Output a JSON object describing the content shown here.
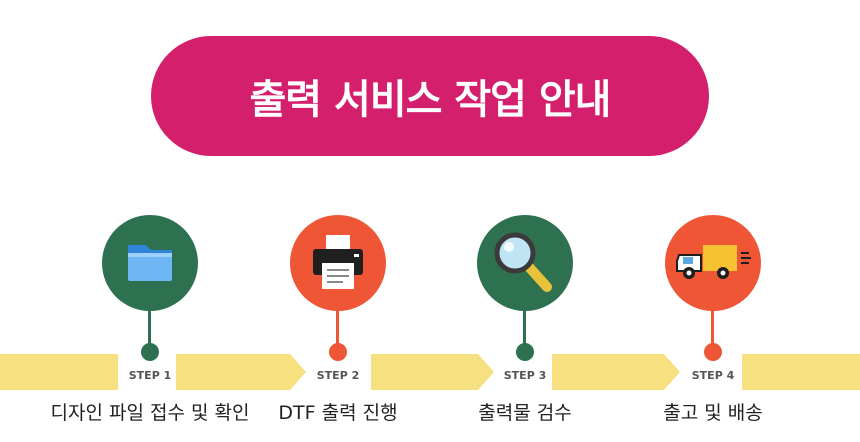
{
  "title": "출력 서비스 작업 안내",
  "colors": {
    "title_bg": "#d41f6c",
    "green": "#2e7150",
    "red": "#ef5636",
    "arrow": "#f7e07f"
  },
  "steps": [
    {
      "label": "STEP 1",
      "caption": "디자인 파일 접수 및 확인",
      "icon": "folder-icon",
      "color": "#2e7150"
    },
    {
      "label": "STEP 2",
      "caption": "DTF 출력 진행",
      "icon": "printer-icon",
      "color": "#ef5636"
    },
    {
      "label": "STEP 3",
      "caption": "출력물 검수",
      "icon": "magnifier-icon",
      "color": "#2e7150"
    },
    {
      "label": "STEP 4",
      "caption": "출고 및 배송",
      "icon": "delivery-truck-icon",
      "color": "#ef5636"
    }
  ]
}
